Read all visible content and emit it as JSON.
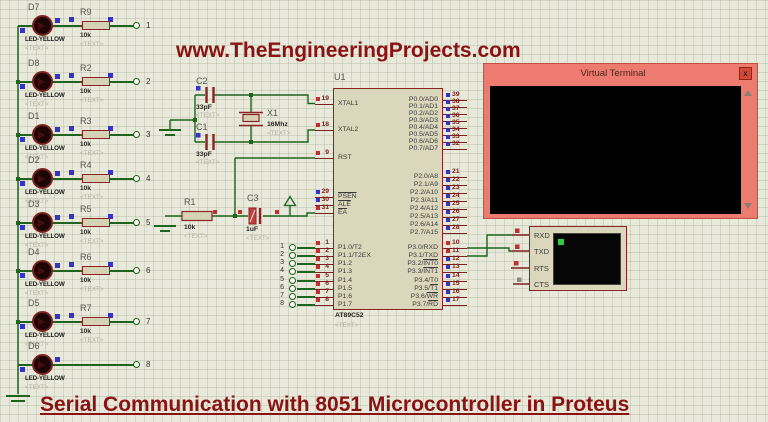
{
  "titles": {
    "top": "www.TheEngineeringProjects.com",
    "bottom": "Serial Communication with 8051 Microcontroller in Proteus"
  },
  "led_rows": [
    {
      "ref": "D7",
      "type": "LED-YELLOW",
      "text": "<TEXT>",
      "res_ref": "R9",
      "res_val": "10k",
      "res_text": "<TEXT>",
      "terminal": "1",
      "has_res": true
    },
    {
      "ref": "D8",
      "type": "LED-YELLOW",
      "text": "<TEXT>",
      "res_ref": "R2",
      "res_val": "10k",
      "res_text": "<TEXT>",
      "terminal": "2",
      "has_res": true
    },
    {
      "ref": "D1",
      "type": "LED-YELLOW",
      "text": "<TEXT>",
      "res_ref": "R3",
      "res_val": "10k",
      "res_text": "<TEXT>",
      "terminal": "3",
      "has_res": true
    },
    {
      "ref": "D2",
      "type": "LED-YELLOW",
      "text": "<TEXT>",
      "res_ref": "R4",
      "res_val": "10k",
      "res_text": "<TEXT>",
      "terminal": "4",
      "has_res": true
    },
    {
      "ref": "D3",
      "type": "LED-YELLOW",
      "text": "<TEXT>",
      "res_ref": "R5",
      "res_val": "10k",
      "res_text": "<TEXT>",
      "terminal": "5",
      "has_res": true
    },
    {
      "ref": "D4",
      "type": "LED-YELLOW",
      "text": "<TEXT>",
      "res_ref": "R6",
      "res_val": "10k",
      "res_text": "<TEXT>",
      "terminal": "6",
      "has_res": true
    },
    {
      "ref": "D5",
      "type": "LED-YELLOW",
      "text": "<TEXT>",
      "res_ref": "R7",
      "res_val": "10k",
      "res_text": "<TEXT>",
      "terminal": "7",
      "has_res": true
    },
    {
      "ref": "D6",
      "type": "LED-YELLOW",
      "text": "<TEXT>",
      "terminal": "8",
      "has_res": false
    }
  ],
  "mcu": {
    "ref": "U1",
    "part": "AT89C52",
    "part_text": "<TEXT>",
    "left_pins": [
      {
        "num": "19",
        "pre": "XTAL1",
        "bar": "",
        "sq": "r"
      },
      {
        "num": "18",
        "pre": "XTAL2",
        "bar": "",
        "sq": "r"
      },
      {
        "num": "9",
        "pre": "RST",
        "bar": "",
        "sq": "r"
      },
      {
        "num": "29",
        "pre": "",
        "bar": "PSEN",
        "sq": "b"
      },
      {
        "num": "30",
        "pre": "",
        "bar": "ALE",
        "sq": "b"
      },
      {
        "num": "31",
        "pre": "",
        "bar": "EA",
        "sq": "r"
      },
      {
        "num": "1",
        "pre": "P1.0/T2",
        "bar": "",
        "sq": "r"
      },
      {
        "num": "2",
        "pre": "P1.1/T2EX",
        "bar": "",
        "sq": "r"
      },
      {
        "num": "3",
        "pre": "P1.2",
        "bar": "",
        "sq": "r"
      },
      {
        "num": "4",
        "pre": "P1.3",
        "bar": "",
        "sq": "r"
      },
      {
        "num": "5",
        "pre": "P1.4",
        "bar": "",
        "sq": "r"
      },
      {
        "num": "6",
        "pre": "P1.5",
        "bar": "",
        "sq": "r"
      },
      {
        "num": "7",
        "pre": "P1.6",
        "bar": "",
        "sq": "r"
      },
      {
        "num": "8",
        "pre": "P1.7",
        "bar": "",
        "sq": "r"
      }
    ],
    "right_pins": [
      {
        "num": "39",
        "pre": "P0.0/AD0",
        "bar": "",
        "sq": "b"
      },
      {
        "num": "38",
        "pre": "P0.1/AD1",
        "bar": "",
        "sq": "b"
      },
      {
        "num": "37",
        "pre": "P0.2/AD2",
        "bar": "",
        "sq": "b"
      },
      {
        "num": "36",
        "pre": "P0.3/AD3",
        "bar": "",
        "sq": "b"
      },
      {
        "num": "35",
        "pre": "P0.4/AD4",
        "bar": "",
        "sq": "b"
      },
      {
        "num": "34",
        "pre": "P0.5/AD5",
        "bar": "",
        "sq": "b"
      },
      {
        "num": "33",
        "pre": "P0.6/AD6",
        "bar": "",
        "sq": "b"
      },
      {
        "num": "32",
        "pre": "P0.7/AD7",
        "bar": "",
        "sq": "b"
      },
      {
        "num": "21",
        "pre": "P2.0/A8",
        "bar": "",
        "sq": "b"
      },
      {
        "num": "22",
        "pre": "P2.1/A9",
        "bar": "",
        "sq": "b"
      },
      {
        "num": "23",
        "pre": "P2.2/A10",
        "bar": "",
        "sq": "b"
      },
      {
        "num": "24",
        "pre": "P2.3/A11",
        "bar": "",
        "sq": "b"
      },
      {
        "num": "25",
        "pre": "P2.4/A12",
        "bar": "",
        "sq": "b"
      },
      {
        "num": "26",
        "pre": "P2.5/A13",
        "bar": "",
        "sq": "b"
      },
      {
        "num": "27",
        "pre": "P2.6/A14",
        "bar": "",
        "sq": "b"
      },
      {
        "num": "28",
        "pre": "P2.7/A15",
        "bar": "",
        "sq": "b"
      },
      {
        "num": "10",
        "pre": "P3.0/RXD",
        "bar": "",
        "sq": "r"
      },
      {
        "num": "11",
        "pre": "P3.1/TXD",
        "bar": "",
        "sq": "r"
      },
      {
        "num": "12",
        "pre": "P3.2/",
        "bar": "INT0",
        "sq": "b"
      },
      {
        "num": "13",
        "pre": "P3.3/",
        "bar": "INT1",
        "sq": "b"
      },
      {
        "num": "14",
        "pre": "P3.4/T0",
        "bar": "",
        "sq": "b"
      },
      {
        "num": "15",
        "pre": "P3.5/",
        "bar": "T1",
        "sq": "b"
      },
      {
        "num": "16",
        "pre": "P3.6/",
        "bar": "WR",
        "sq": "b"
      },
      {
        "num": "17",
        "pre": "P3.7/",
        "bar": "RD",
        "sq": "b"
      }
    ],
    "terminals": [
      {
        "n": "1"
      },
      {
        "n": "2"
      },
      {
        "n": "3"
      },
      {
        "n": "4"
      },
      {
        "n": "5"
      },
      {
        "n": "6"
      },
      {
        "n": "7"
      },
      {
        "n": "8"
      }
    ]
  },
  "analog": {
    "r1": {
      "ref": "R1",
      "val": "10k",
      "text": "<TEXT>"
    },
    "c2": {
      "ref": "C2",
      "val": "33pF",
      "text": "<TEXT>"
    },
    "c1": {
      "ref": "C1",
      "val": "33pF",
      "text": "<TEXT>"
    },
    "c3": {
      "ref": "C3",
      "val": "1uF",
      "text": "<TEXT>"
    },
    "x1": {
      "ref": "X1",
      "val": "16Mhz",
      "text": "<TEXT>"
    }
  },
  "vt_window": {
    "title": "Virtual Terminal",
    "close_label": "x"
  },
  "vt_component": {
    "pins": [
      "RXD",
      "TXD",
      "RTS",
      "CTS"
    ]
  },
  "colors": {
    "wire_green": "#1e641e",
    "component_red": "#8b2323",
    "pin_red": "#7c2020",
    "salmon": "#ee7b6f",
    "title_red": "#8b1212",
    "terminal_black": "#000000",
    "led_on_green": "#2ecc40",
    "handle_blue": "#3434c8",
    "junction_red": "#c03030",
    "grid_bg": "#e8e9db"
  }
}
